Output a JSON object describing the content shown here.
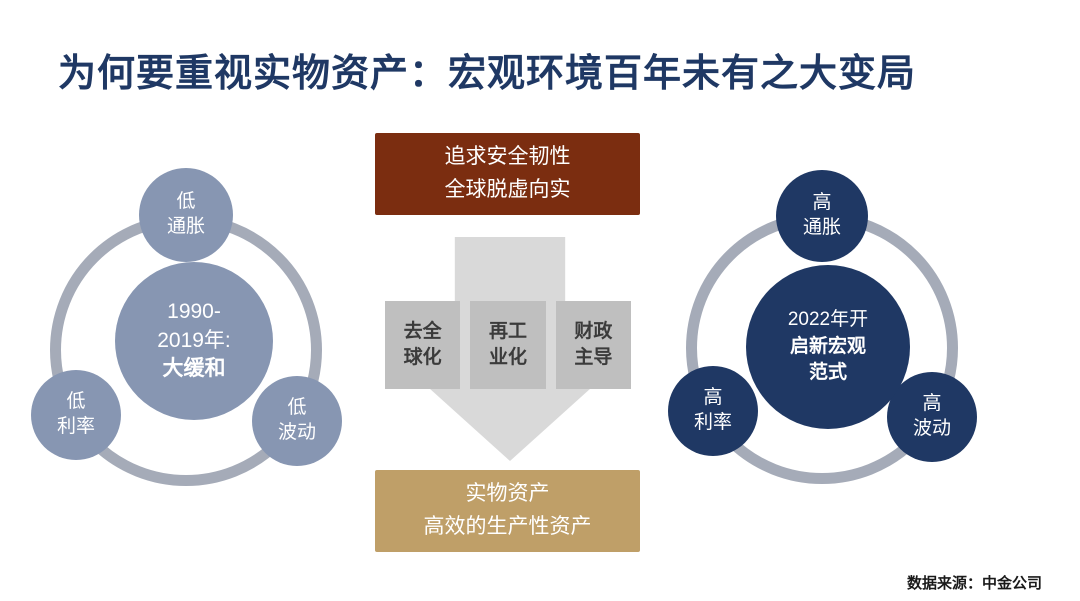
{
  "title": "为何要重视实物资产：宏观环境百年未有之大变局",
  "source": "数据来源：中金公司",
  "top_banner": {
    "line1": "追求安全韧性",
    "line2": "全球脱虚向实"
  },
  "bottom_banner": {
    "line1": "实物资产",
    "line2": "高效的生产性资产"
  },
  "middle_boxes": [
    {
      "line1": "去全",
      "line2": "球化"
    },
    {
      "line1": "再工",
      "line2": "业化"
    },
    {
      "line1": "财政",
      "line2": "主导"
    }
  ],
  "left_diagram": {
    "center": {
      "line1": "1990-",
      "line2": "2019年:",
      "line3": "大缓和"
    },
    "satellites": [
      {
        "line1": "低",
        "line2": "通胀"
      },
      {
        "line1": "低",
        "line2": "利率"
      },
      {
        "line1": "低",
        "line2": "波动"
      }
    ]
  },
  "right_diagram": {
    "center": {
      "line1": "2022年开",
      "line2": "启新宏观",
      "line3": "范式"
    },
    "satellites": [
      {
        "line1": "高",
        "line2": "通胀"
      },
      {
        "line1": "高",
        "line2": "利率"
      },
      {
        "line1": "高",
        "line2": "波动"
      }
    ]
  },
  "colors": {
    "title": "#1F3864",
    "left_circles": "#8796B2",
    "right_circles": "#1F3864",
    "orbit_ring": "#A5ABB8",
    "top_banner_bg": "#7B2D10",
    "bottom_banner_bg": "#BF9F68",
    "step_box_bg": "#BFBFBF",
    "arrow_bg": "#D9D9D9"
  }
}
